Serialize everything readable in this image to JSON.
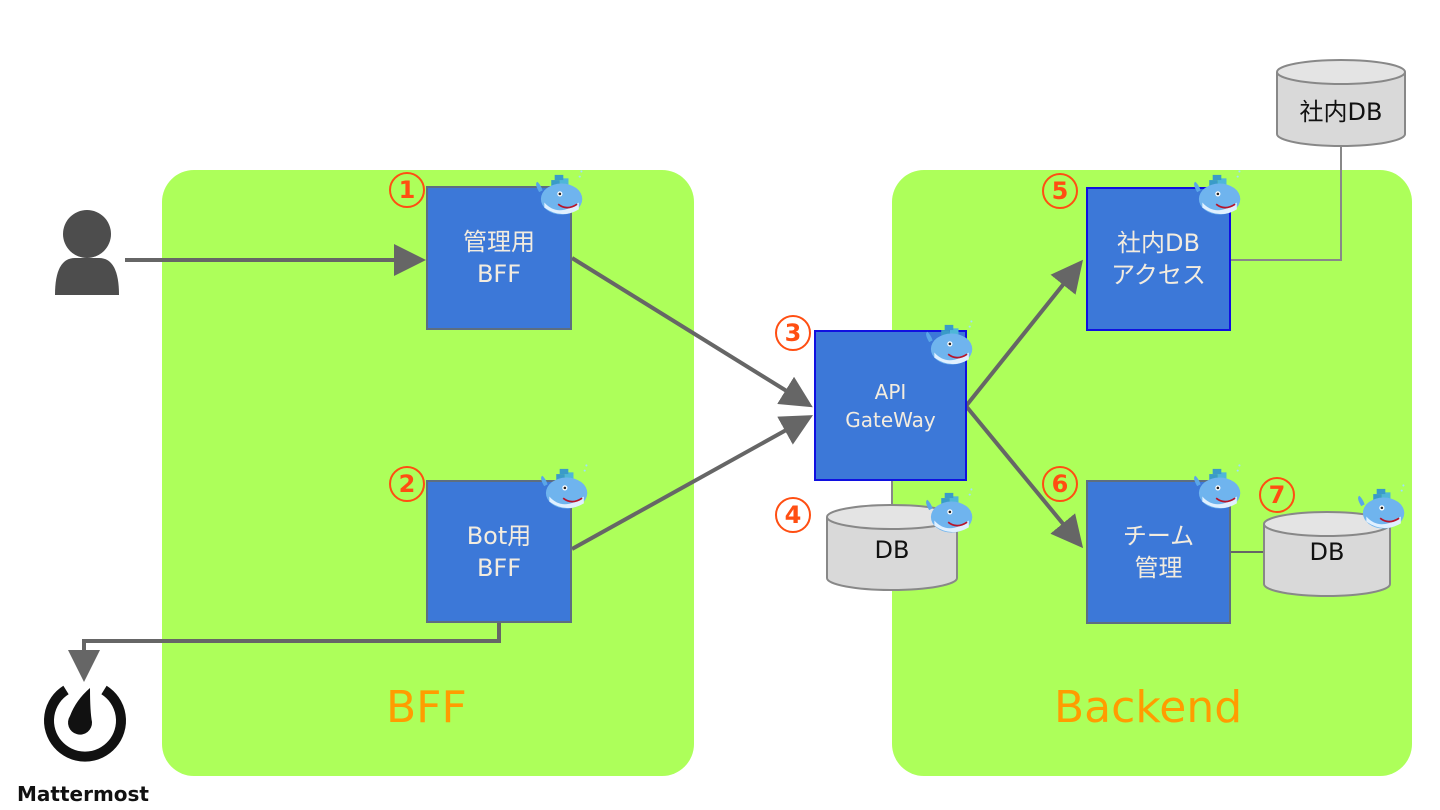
{
  "zones": {
    "bff": {
      "label": "BFF"
    },
    "backend": {
      "label": "Backend"
    }
  },
  "services": {
    "admin_bff": {
      "line1": "管理用",
      "line2": "BFF",
      "number": "1"
    },
    "bot_bff": {
      "line1": "Bot用",
      "line2": "BFF",
      "number": "2"
    },
    "api_gateway": {
      "line1": "API",
      "line2": "GateWay",
      "number": "3"
    },
    "internal_db_access": {
      "line1": "社内DB",
      "line2": "アクセス",
      "number": "5"
    },
    "team_mgmt": {
      "line1": "チーム",
      "line2": "管理",
      "number": "6"
    }
  },
  "databases": {
    "gateway_db": {
      "label": "DB",
      "number": "4"
    },
    "team_db": {
      "label": "DB",
      "number": "7"
    },
    "internal_db": {
      "label": "社内DB"
    }
  },
  "external": {
    "user": {
      "icon": "user-icon"
    },
    "mattermost": {
      "label": "Mattermost",
      "icon": "mattermost-logo-icon"
    }
  },
  "colors": {
    "zone": "#adff5a",
    "zone_label": "#ff9c00",
    "service": "#3c78d8",
    "number": "#ff4e12",
    "arrow": "#666666",
    "db": "#d9d9d9"
  }
}
